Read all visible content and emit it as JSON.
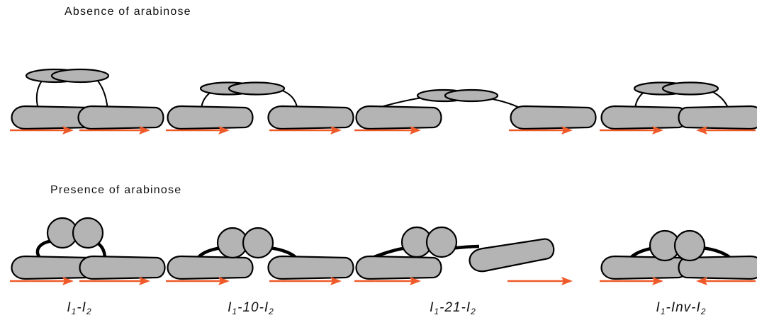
{
  "rows": {
    "top_title": "Absence of arabinose",
    "bottom_title": "Presence of arabinose"
  },
  "constructs": [
    {
      "base": "I",
      "s1": "1",
      "mid": "-I",
      "s2": "2"
    },
    {
      "base": "I",
      "s1": "1",
      "mid": "-10-I",
      "s2": "2"
    },
    {
      "base": "I",
      "s1": "1",
      "mid": "-21-I",
      "s2": "2"
    },
    {
      "base": "I",
      "s1": "1",
      "mid": "-Inv-I",
      "s2": "2"
    }
  ],
  "colors": {
    "protein": "#b4b4b4",
    "site_arrow": "#ef5a2a",
    "outline": "#000000"
  }
}
